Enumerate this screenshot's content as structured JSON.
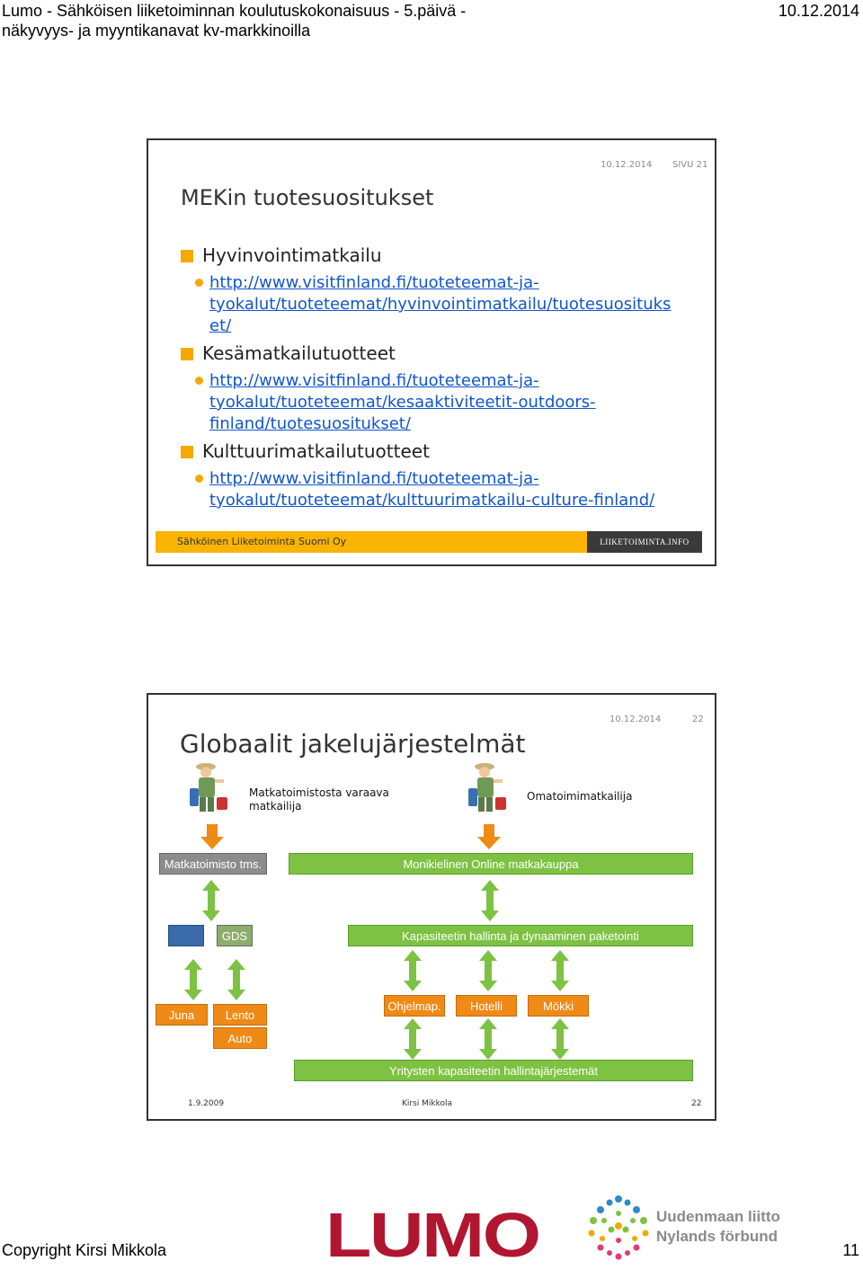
{
  "header": {
    "title_line1": "Lumo - Sähköisen liiketoiminnan koulutuskokonaisuus - 5.päivä -",
    "title_line2": "näkyvyys- ja myyntikanavat kv-markkinoilla",
    "date": "10.12.2014"
  },
  "slide1": {
    "date": "10.12.2014",
    "page": "SIVU 21",
    "title": "MEKin tuotesuositukset",
    "sections": [
      {
        "heading": "Hyvinvointimatkailu",
        "link_lines": [
          "http://www.visitfinland.fi/tuoteteemat-ja-",
          "tyokalut/tuoteteemat/hyvinvointimatkailu/tuotesuosituks",
          "et/"
        ]
      },
      {
        "heading": "Kesämatkailutuotteet",
        "link_lines": [
          "http://www.visitfinland.fi/tuoteteemat-ja-",
          "tyokalut/tuoteteemat/kesaaktiviteetit-outdoors-",
          "finland/tuotesuositukset/"
        ]
      },
      {
        "heading": "Kulttuurimatkailutuotteet",
        "link_lines": [
          "http://www.visitfinland.fi/tuoteteemat-ja-",
          "tyokalut/tuoteteemat/kulttuurimatkailu-culture-finland/"
        ]
      }
    ],
    "footer_org": "Sähköinen Liiketoiminta Suomi Oy",
    "footer_logo": "LIIKETOIMINTA.INFO"
  },
  "slide2": {
    "date": "10.12.2014",
    "page": "22",
    "title": "Globaalit jakelujärjestelmät",
    "caption_left": [
      "Matkatoimistosta varaava",
      "matkailija"
    ],
    "caption_right": "Omatoimimatkailija",
    "box_agency": "Matkatoimisto tms.",
    "box_online": "Monikielinen Online matkakauppa",
    "box_gds": "GDS",
    "box_capacity": "Kapasiteetin hallinta ja dynaaminen paketointi",
    "box_juna": "Juna",
    "box_lento": "Lento",
    "box_auto": "Auto",
    "box_ohjelmap": "Ohjelmap.",
    "box_hotelli": "Hotelli",
    "box_mokki": "Mökki",
    "box_systems": "Yritysten kapasiteetin hallintajärjestemät",
    "foot_date": "1.9.2009",
    "foot_author": "Kirsi Mikkola",
    "foot_page": "22",
    "colors": {
      "green": "#7dc242",
      "gray": "#8c8c8c",
      "blue": "#3a6aa8",
      "orange": "#f08a16"
    }
  },
  "footer": {
    "copyright": "Copyright Kirsi Mikkola",
    "page": "11",
    "logo_lumo": "LUMO",
    "logo_uusimaa_1": "Uudenmaan liitto",
    "logo_uusimaa_2": "Nylands förbund"
  }
}
